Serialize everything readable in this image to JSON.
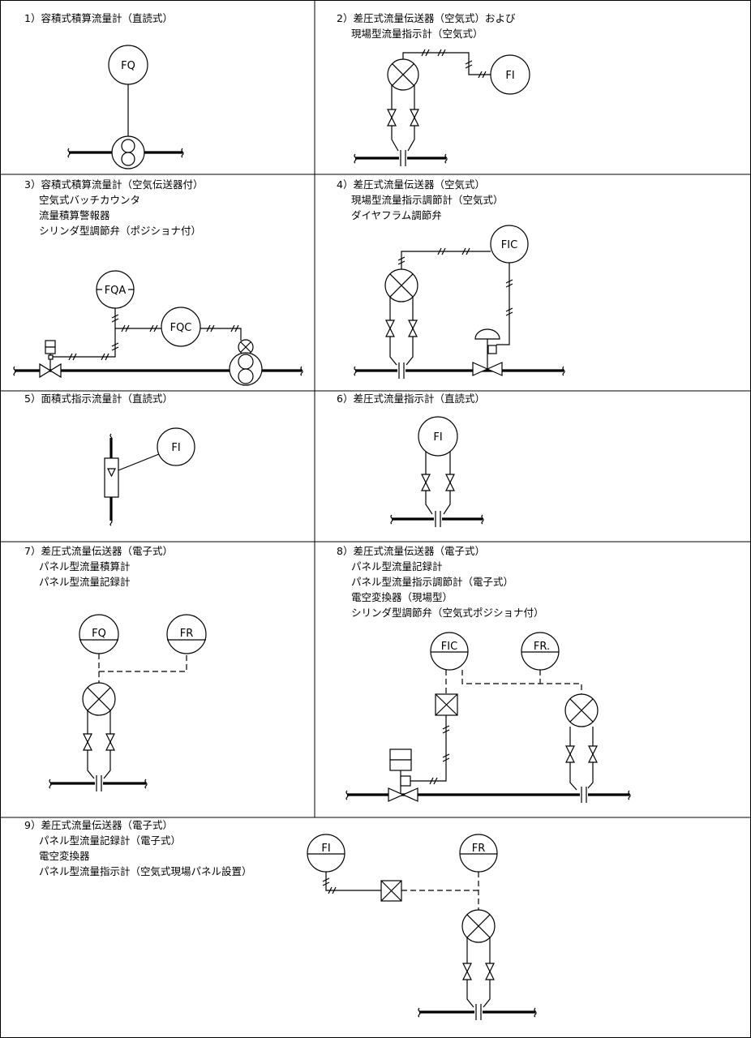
{
  "cells": [
    {
      "lines": [
        "1）容積式積算流量計（直読式）"
      ],
      "tags": [
        "FQ"
      ]
    },
    {
      "lines": [
        "2）差圧式流量伝送器（空気式）および",
        "現場型流量指示計（空気式）"
      ],
      "tags": [
        "FI"
      ]
    },
    {
      "lines": [
        "3）容積式積算流量計（空気伝送器付）",
        "空気式バッチカウンタ",
        "流量積算警報器",
        "シリンダ型調節弁（ポジショナ付）"
      ],
      "tags": [
        "FQA",
        "FQC"
      ]
    },
    {
      "lines": [
        "4）差圧式流量伝送器（空気式）",
        "現場型流量指示調節計（空気式）",
        "ダイヤフラム調節弁"
      ],
      "tags": [
        "FIC"
      ]
    },
    {
      "lines": [
        "5）面積式指示流量計（直読式）"
      ],
      "tags": [
        "FI"
      ]
    },
    {
      "lines": [
        "6）差圧式流量指示計（直読式）"
      ],
      "tags": [
        "FI"
      ]
    },
    {
      "lines": [
        "7）差圧式流量伝送器（電子式）",
        "パネル型流量積算計",
        "パネル型流量記録計"
      ],
      "tags": [
        "FQ",
        "FR"
      ]
    },
    {
      "lines": [
        "8）差圧式流量伝送器（電子式）",
        "パネル型流量記録計",
        "パネル型流量指示調節計（電子式）",
        "電空変換器（現場型）",
        "シリンダ型調節弁（空気式ポジショナ付）"
      ],
      "tags": [
        "FIC",
        "FR."
      ]
    },
    {
      "lines": [
        "9）差圧式流量伝送器（電子式）",
        "パネル型流量記録計（電子式）",
        "電空変換器",
        "パネル型流量指示計（空気式現場パネル設置）"
      ],
      "tags": [
        "FI",
        "FR"
      ]
    }
  ]
}
